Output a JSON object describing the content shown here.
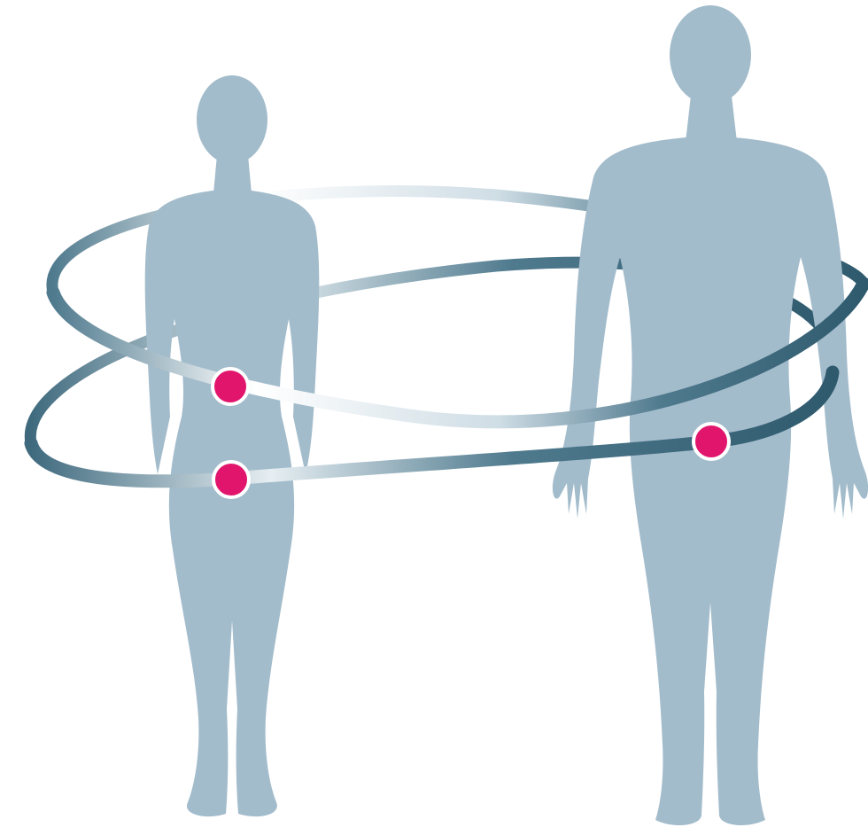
{
  "illustration": {
    "figures": [
      {
        "kind": "female-silhouette"
      },
      {
        "kind": "male-silhouette"
      }
    ],
    "rings": [
      {
        "kind": "orbit-ring",
        "style": "gradient-ribbon"
      },
      {
        "kind": "orbit-ring",
        "style": "gradient-ribbon"
      }
    ],
    "markers": [
      {
        "kind": "point-marker"
      },
      {
        "kind": "point-marker"
      },
      {
        "kind": "point-marker"
      }
    ]
  },
  "colors": {
    "background": "#ffffff",
    "silhouette": "#a3bccb",
    "ring_dark": "#4f7a8e",
    "ring_light": "#ffffff",
    "marker_fill": "#e2156d",
    "marker_outline": "#ffffff"
  }
}
